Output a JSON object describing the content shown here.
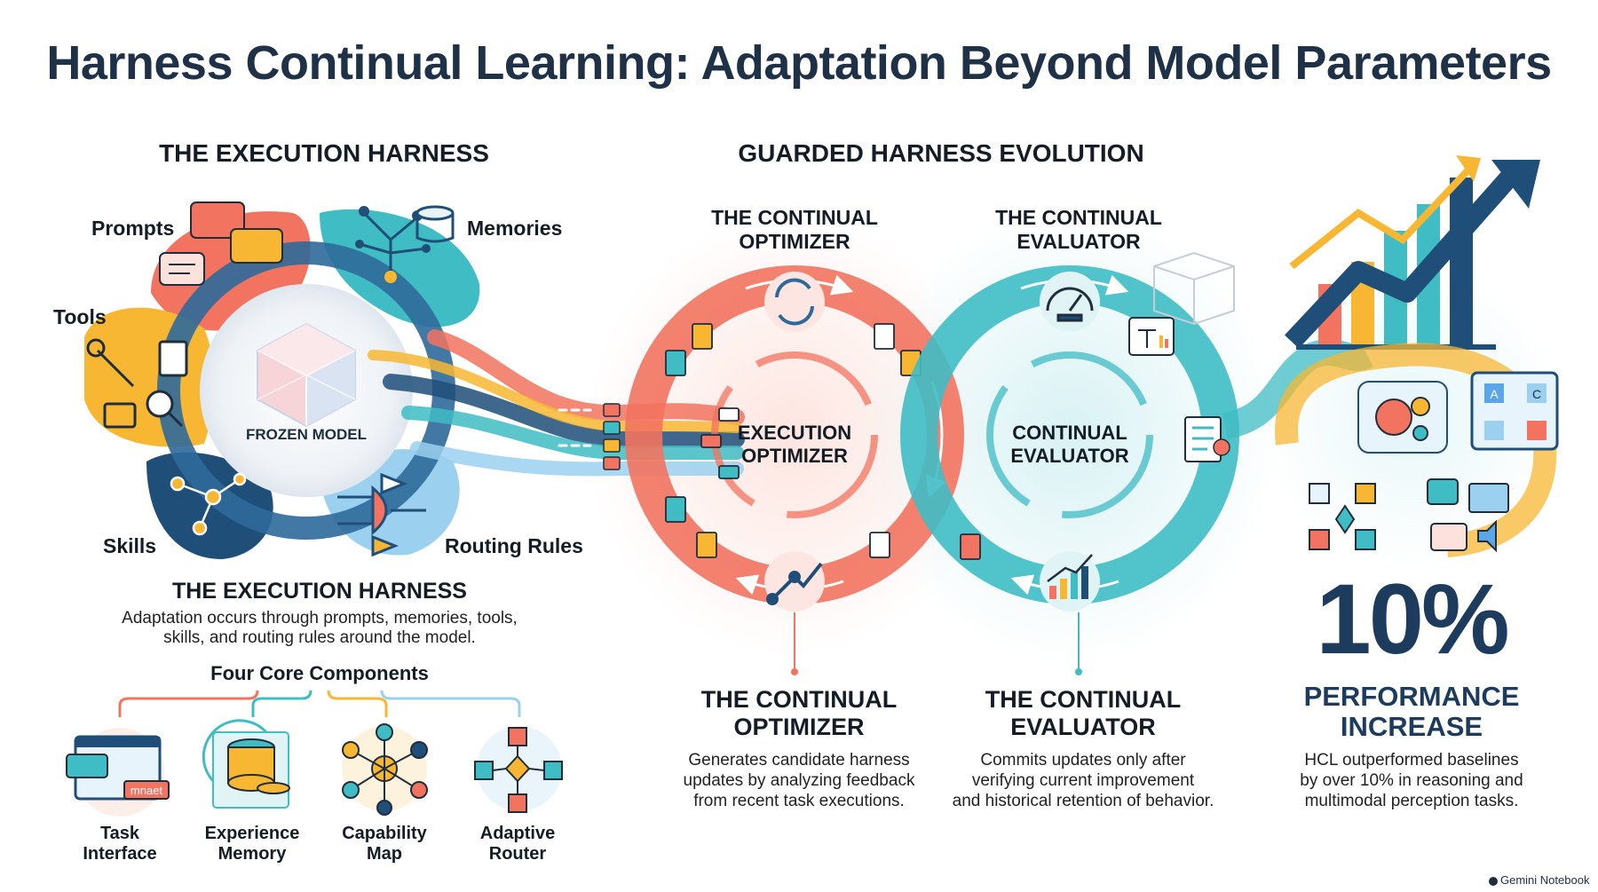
{
  "title": "Harness Continual Learning: Adaptation Beyond Model Parameters",
  "left": {
    "heading": "THE EXECUTION HARNESS",
    "center_label": "FROZEN MODEL",
    "parts": {
      "prompts": "Prompts",
      "memories": "Memories",
      "tools": "Tools",
      "skills": "Skills",
      "routing_rules": "Routing Rules"
    },
    "subheading": "THE EXECUTION HARNESS",
    "description_line1": "Adaptation occurs through prompts, memories, tools,",
    "description_line2": "skills, and routing rules around the model.",
    "components_heading": "Four Core Components",
    "components": [
      {
        "line1": "Task",
        "line2": "Interface",
        "icon": "task-interface-icon"
      },
      {
        "line1": "Experience",
        "line2": "Memory",
        "icon": "experience-memory-icon"
      },
      {
        "line1": "Capability",
        "line2": "Map",
        "icon": "capability-map-icon"
      },
      {
        "line1": "Adaptive",
        "line2": "Router",
        "icon": "adaptive-router-icon"
      }
    ],
    "interface_tag": "mnaet"
  },
  "middle": {
    "heading": "GUARDED HARNESS EVOLUTION",
    "optimizer_top_line1": "THE CONTINUAL",
    "optimizer_top_line2": "OPTIMIZER",
    "evaluator_top_line1": "THE CONTINUAL",
    "evaluator_top_line2": "EVALUATOR",
    "optimizer_center_line1": "EXECUTION",
    "optimizer_center_line2": "OPTIMIZER",
    "evaluator_center_line1": "CONTINUAL",
    "evaluator_center_line2": "EVALUATOR",
    "optimizer_bottom_line1": "THE CONTINUAL",
    "optimizer_bottom_line2": "OPTIMIZER",
    "optimizer_desc_line1": "Generates candidate harness",
    "optimizer_desc_line2": "updates by analyzing feedback",
    "optimizer_desc_line3": "from recent task executions.",
    "evaluator_bottom_line1": "THE CONTINUAL",
    "evaluator_bottom_line2": "EVALUATOR",
    "evaluator_desc_line1": "Commits updates only after",
    "evaluator_desc_line2": "verifying current improvement",
    "evaluator_desc_line3": "and historical retention of behavior."
  },
  "right": {
    "big_stat": "10%",
    "stat_line1": "PERFORMANCE",
    "stat_line2": "INCREASE",
    "desc_line1": "HCL outperformed baselines",
    "desc_line2": "by over 10% in reasoning and",
    "desc_line3": "multimodal perception tasks.",
    "tile_letter_a": "A",
    "tile_letter_b": "C"
  },
  "watermark": "Gemini Notebook",
  "colors": {
    "title": "#1f3147",
    "coral": "#f2735f",
    "teal": "#3fbcc4",
    "navy": "#1f4e79",
    "yellow": "#f7b733",
    "stat": "#1d3b5c"
  }
}
